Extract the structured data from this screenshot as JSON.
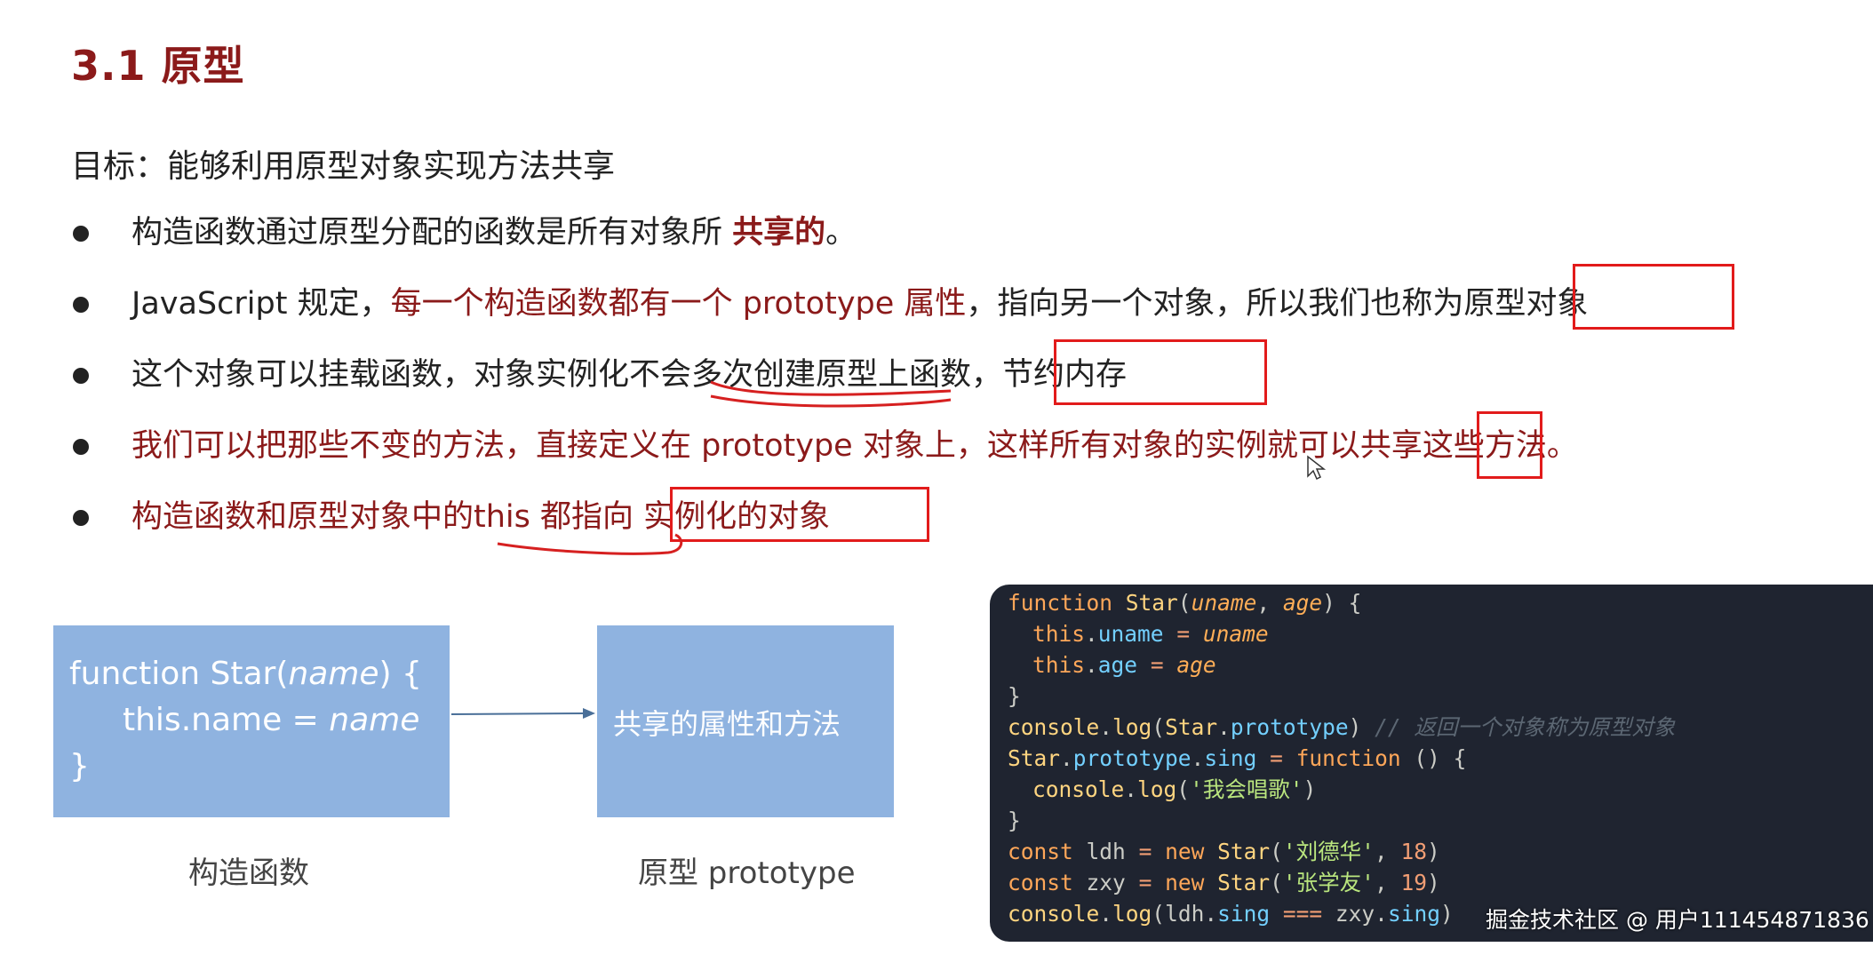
{
  "title": "3.1 原型",
  "goal": "目标：能够利用原型对象实现方法共享",
  "bullets": {
    "b1": {
      "pre": "构造函数通过原型分配的函数是所有对象所 ",
      "emph": "共享的",
      "post": "。"
    },
    "b2": {
      "pre": "JavaScript 规定，",
      "red": "每一个构造函数都有一个 prototype 属性",
      "mid": "，指向另一个对象，所以我们也称为",
      "boxed": "原型对象"
    },
    "b3": {
      "pre": "这个对象可以挂载函数，对象实例化不会多次创建原型上函数",
      "boxed": "，节约内存"
    },
    "b4": {
      "pre": "我们可以把那些不变的方法，直接定义在 prototype 对象上，这样所有对象的实例就可以",
      "boxed": "共享",
      "post": "这些方法。"
    },
    "b5": {
      "pre": "构造函数和原型对象中的this 都指向",
      "boxed": " 实例化的对象"
    }
  },
  "diagram": {
    "ctor_line1_a": "function Star(",
    "ctor_line1_param": "name",
    "ctor_line1_b": ") {",
    "ctor_line2_a": "this.name = ",
    "ctor_line2_param": "name",
    "ctor_line3": "}",
    "proto_text": "共享的属性和方法",
    "ctor_caption": "构造函数",
    "proto_caption": "原型 prototype"
  },
  "code": {
    "l1": {
      "kw": "function",
      "fn": "Star",
      "p1": "uname",
      "p2": "age"
    },
    "l2": {
      "this": "this",
      "prop": "uname",
      "val": "uname"
    },
    "l3": {
      "this": "this",
      "prop": "age",
      "val": "age"
    },
    "l5": {
      "obj": "console",
      "m": "log",
      "arg": "Star",
      "argprop": "prototype",
      "cmt": "// 返回一个对象称为原型对象"
    },
    "l6": {
      "obj": "Star",
      "p1": "prototype",
      "p2": "sing",
      "kw": "function"
    },
    "l7": {
      "obj": "console",
      "m": "log",
      "str": "'我会唱歌'"
    },
    "l9": {
      "kw": "const",
      "v": "ldh",
      "new": "new",
      "cls": "Star",
      "str": "'刘德华'",
      "num": "18"
    },
    "l10": {
      "kw": "const",
      "v": "zxy",
      "new": "new",
      "cls": "Star",
      "str": "'张学友'",
      "num": "19"
    },
    "l11": {
      "obj": "console",
      "m": "log",
      "a": "ldh",
      "ap": "sing",
      "op": "===",
      "b": "zxy",
      "bp": "sing"
    }
  },
  "watermark": "掘金技术社区 @ 用户111454871836",
  "colors": {
    "title": "#8b1a1a",
    "highlight_box": "#e21b1b",
    "diagram_box": "#8fb3e0",
    "code_bg": "#1f2430"
  }
}
